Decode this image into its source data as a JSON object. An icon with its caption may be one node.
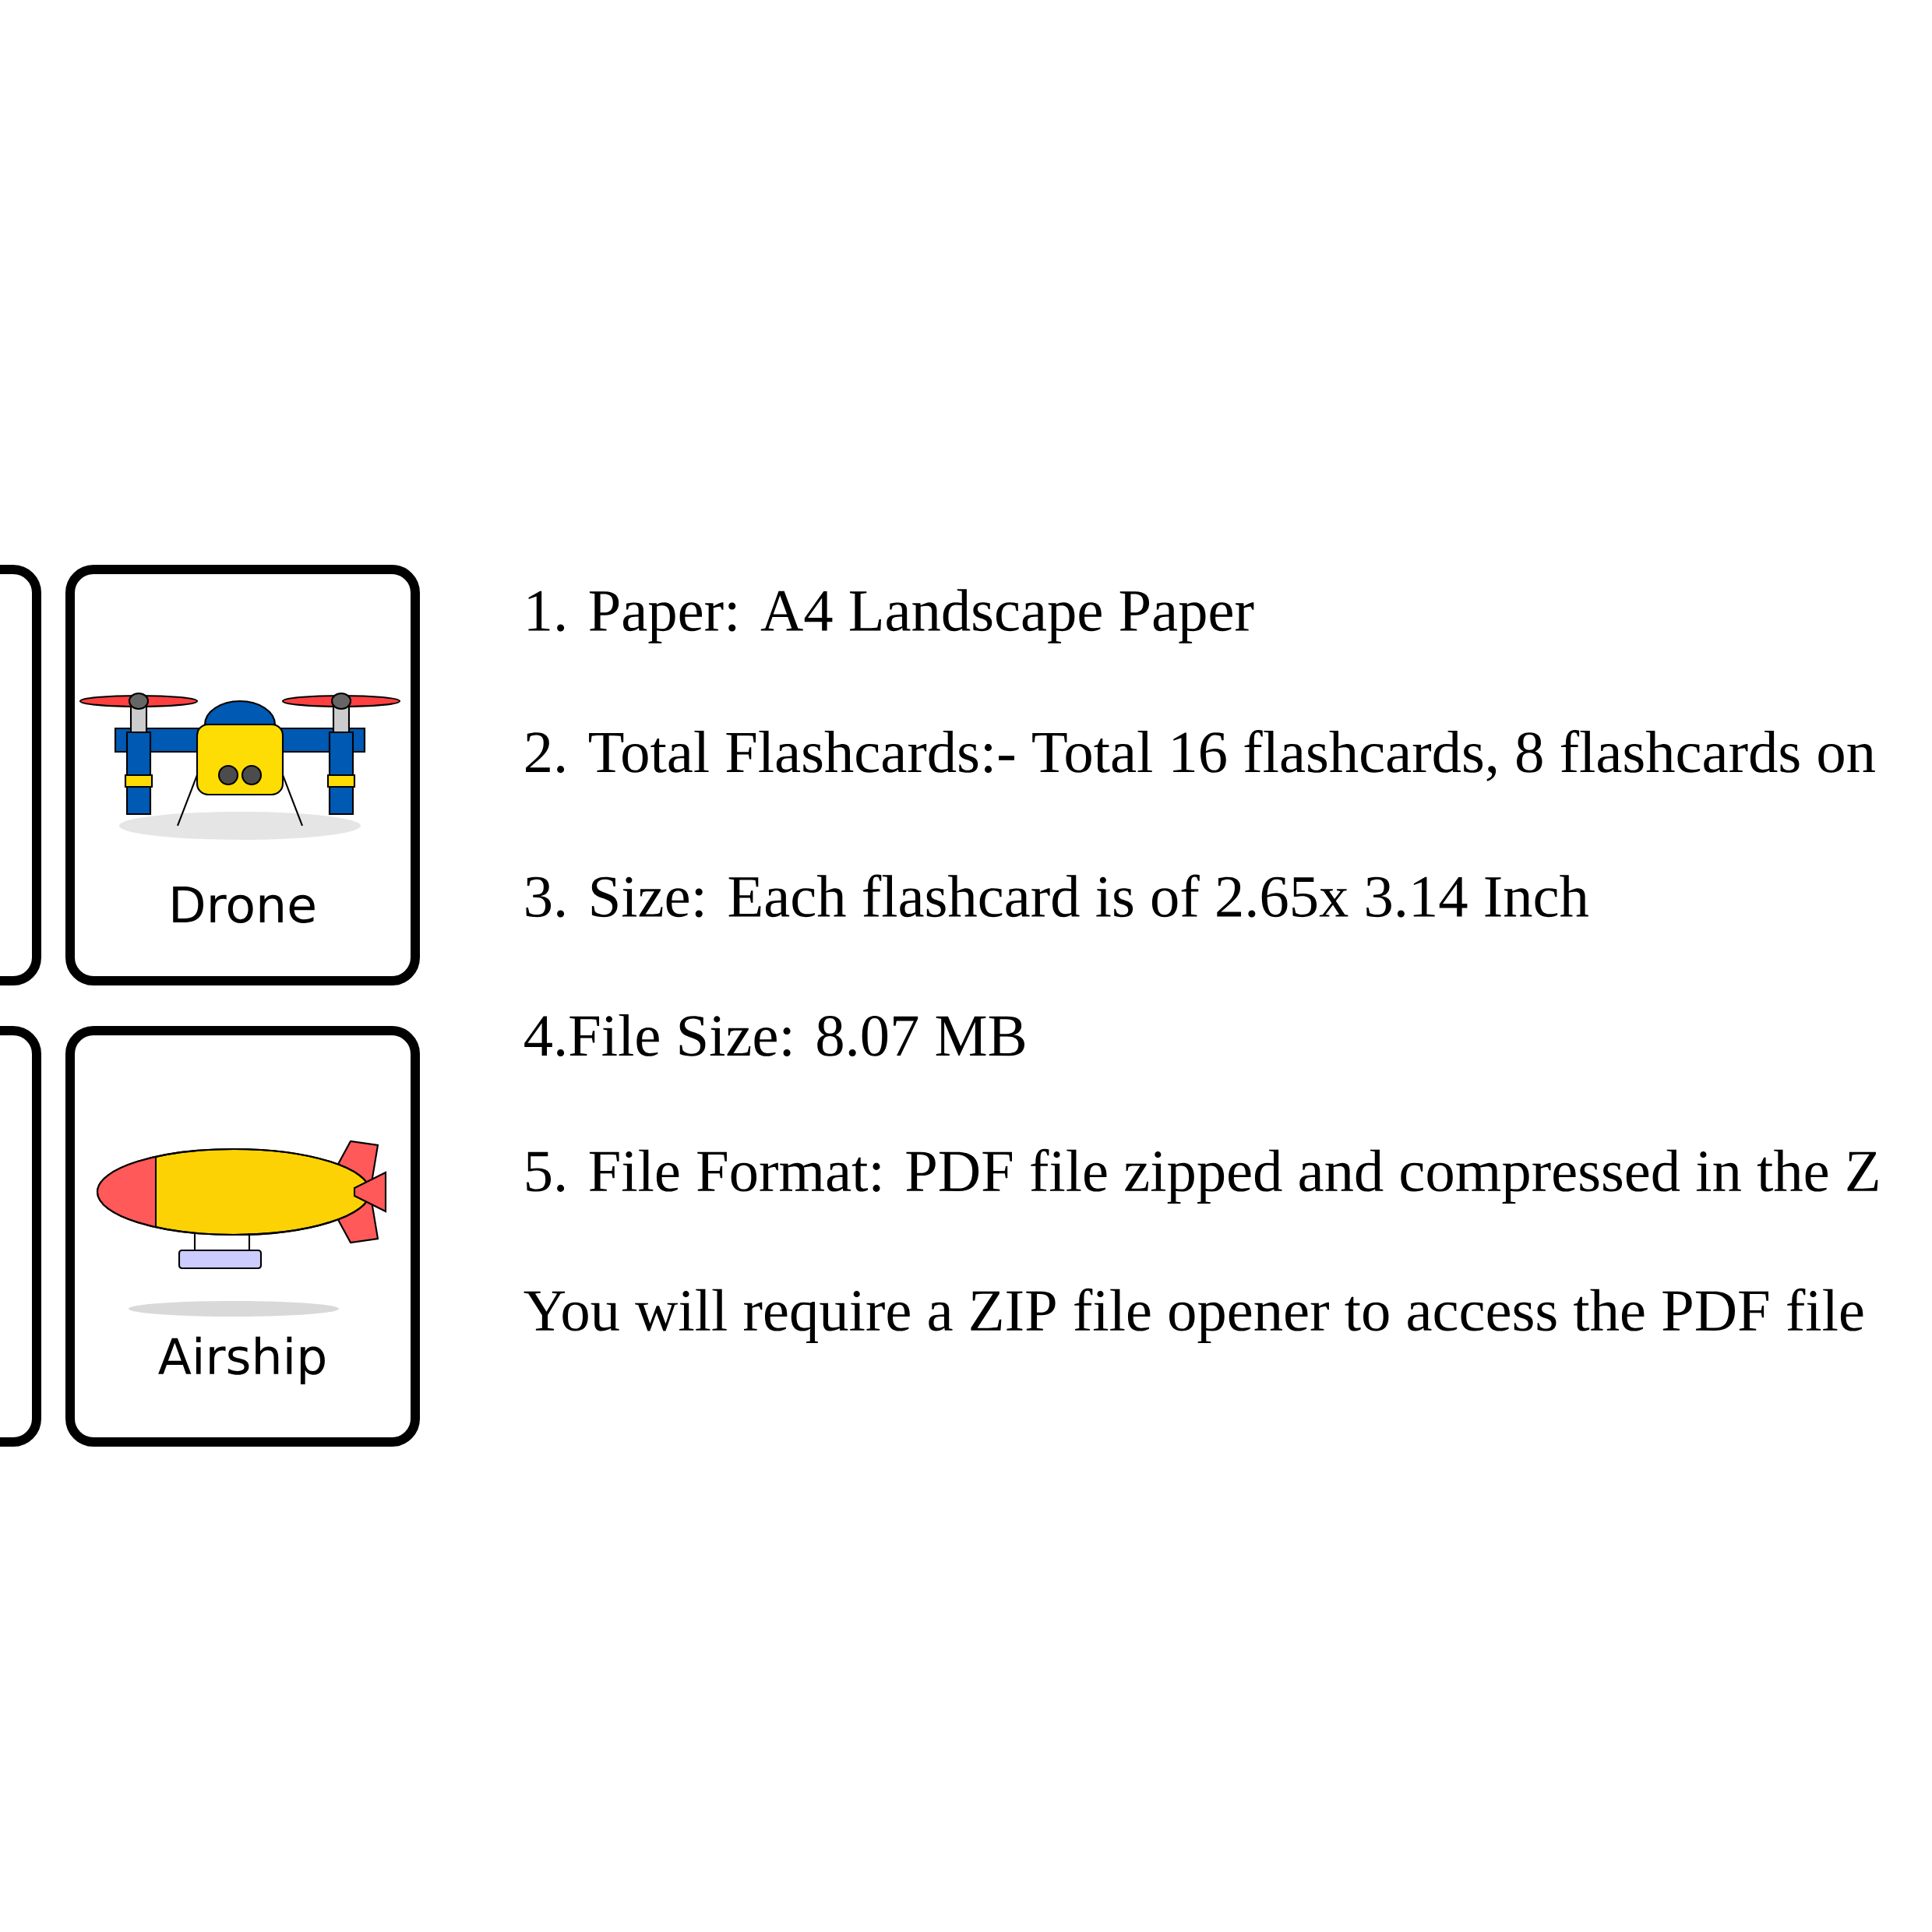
{
  "diagram": {
    "nodes": [
      {
        "text": [],
        "shape": "box"
      },
      {
        "text": [
          "Drone"
        ]
      },
      {
        "text": [],
        "shape": "box"
      },
      {
        "text": [
          "Airship"
        ]
      }
    ],
    "labels": [
      "1. Paper: A4 Landscape Paper",
      "2. Total Flashcards:- Total 16 flashcards, 8 flashcards on",
      "3. Size: Each flashcard is of 2.65x 3.14 Inch",
      "4.File Size: 8.07 MB",
      "5. File Format: PDF file zipped and compressed in the Z",
      "You will require a ZIP file opener to access the PDF file"
    ]
  }
}
